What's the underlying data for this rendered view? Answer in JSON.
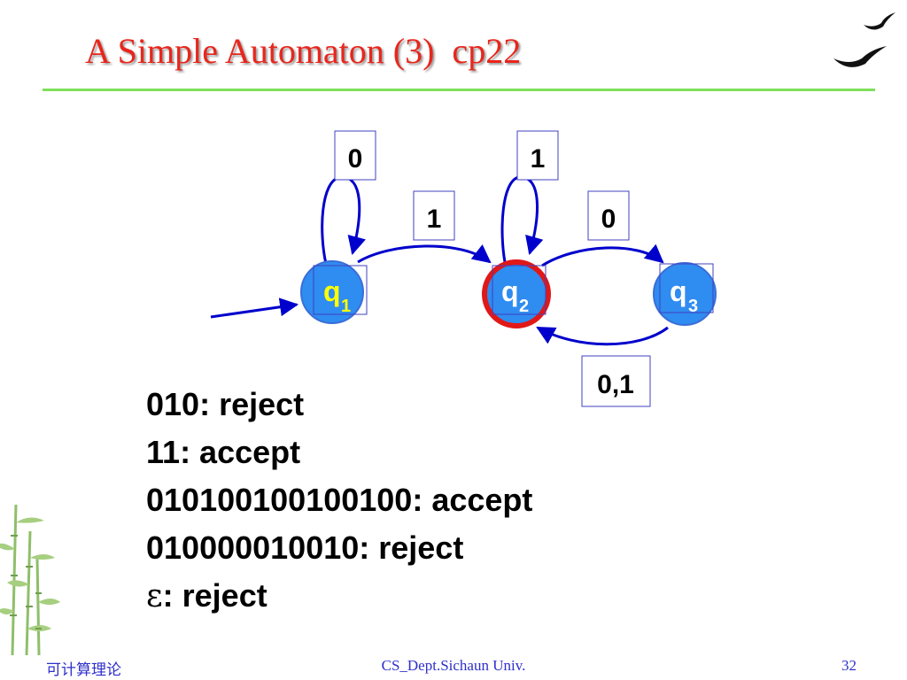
{
  "slide": {
    "title": "A Simple Automaton (3)  cp22",
    "page_number": "32"
  },
  "diagram": {
    "states": [
      {
        "id": "q1",
        "letter": "q",
        "subscript": "1",
        "accepting": false,
        "initial": true
      },
      {
        "id": "q2",
        "letter": "q",
        "subscript": "2",
        "accepting": true,
        "initial": false
      },
      {
        "id": "q3",
        "letter": "q",
        "subscript": "3",
        "accepting": false,
        "initial": false
      }
    ],
    "transitions": [
      {
        "from": "q1",
        "to": "q1",
        "label": "0"
      },
      {
        "from": "q1",
        "to": "q2",
        "label": "1"
      },
      {
        "from": "q2",
        "to": "q2",
        "label": "1"
      },
      {
        "from": "q2",
        "to": "q3",
        "label": "0"
      },
      {
        "from": "q3",
        "to": "q2",
        "label": "0,1"
      }
    ],
    "colors": {
      "state_fill": "#2f8cf0",
      "state_label": "#ffff00",
      "accept_ring": "#e01818",
      "edge": "#0000cc",
      "label_box": "#4040c0"
    }
  },
  "results": [
    {
      "prefix": "010",
      "verdict": ": reject"
    },
    {
      "prefix": "11",
      "verdict": ": accept"
    },
    {
      "prefix": "010100100100100",
      "verdict": ": accept"
    },
    {
      "prefix": "010000010010",
      "verdict": ": reject"
    },
    {
      "prefix": "ε",
      "verdict": ": reject"
    }
  ],
  "footer": {
    "left": "可计算理论",
    "center": "CS_Dept.Sichaun Univ."
  },
  "decor": {
    "top_right": "birds-icon",
    "bottom_left": "bamboo-icon"
  }
}
